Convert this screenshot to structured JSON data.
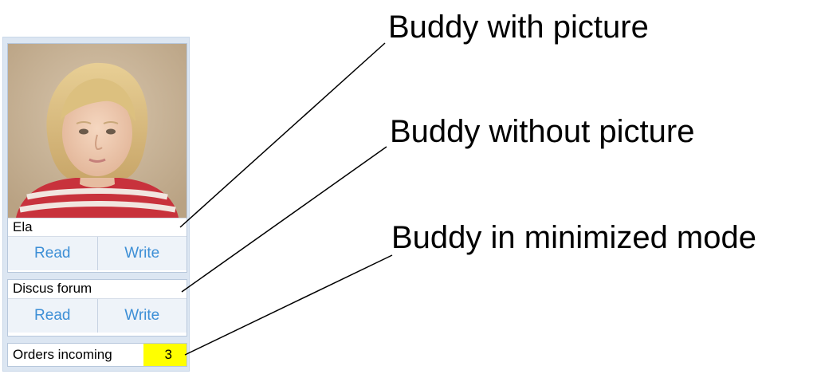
{
  "buddies": [
    {
      "name": "Ela",
      "read_label": "Read",
      "write_label": "Write"
    },
    {
      "name": "Discus forum",
      "read_label": "Read",
      "write_label": "Write"
    }
  ],
  "minimized": {
    "name": "Orders incoming",
    "count": "3"
  },
  "callouts": {
    "with_picture": "Buddy with picture",
    "without_picture": "Buddy without picture",
    "minimized_mode": "Buddy in minimized mode"
  },
  "colors": {
    "panel_background": "#dce6f2",
    "button_text": "#3d8fd6",
    "count_highlight": "#ffff00"
  }
}
